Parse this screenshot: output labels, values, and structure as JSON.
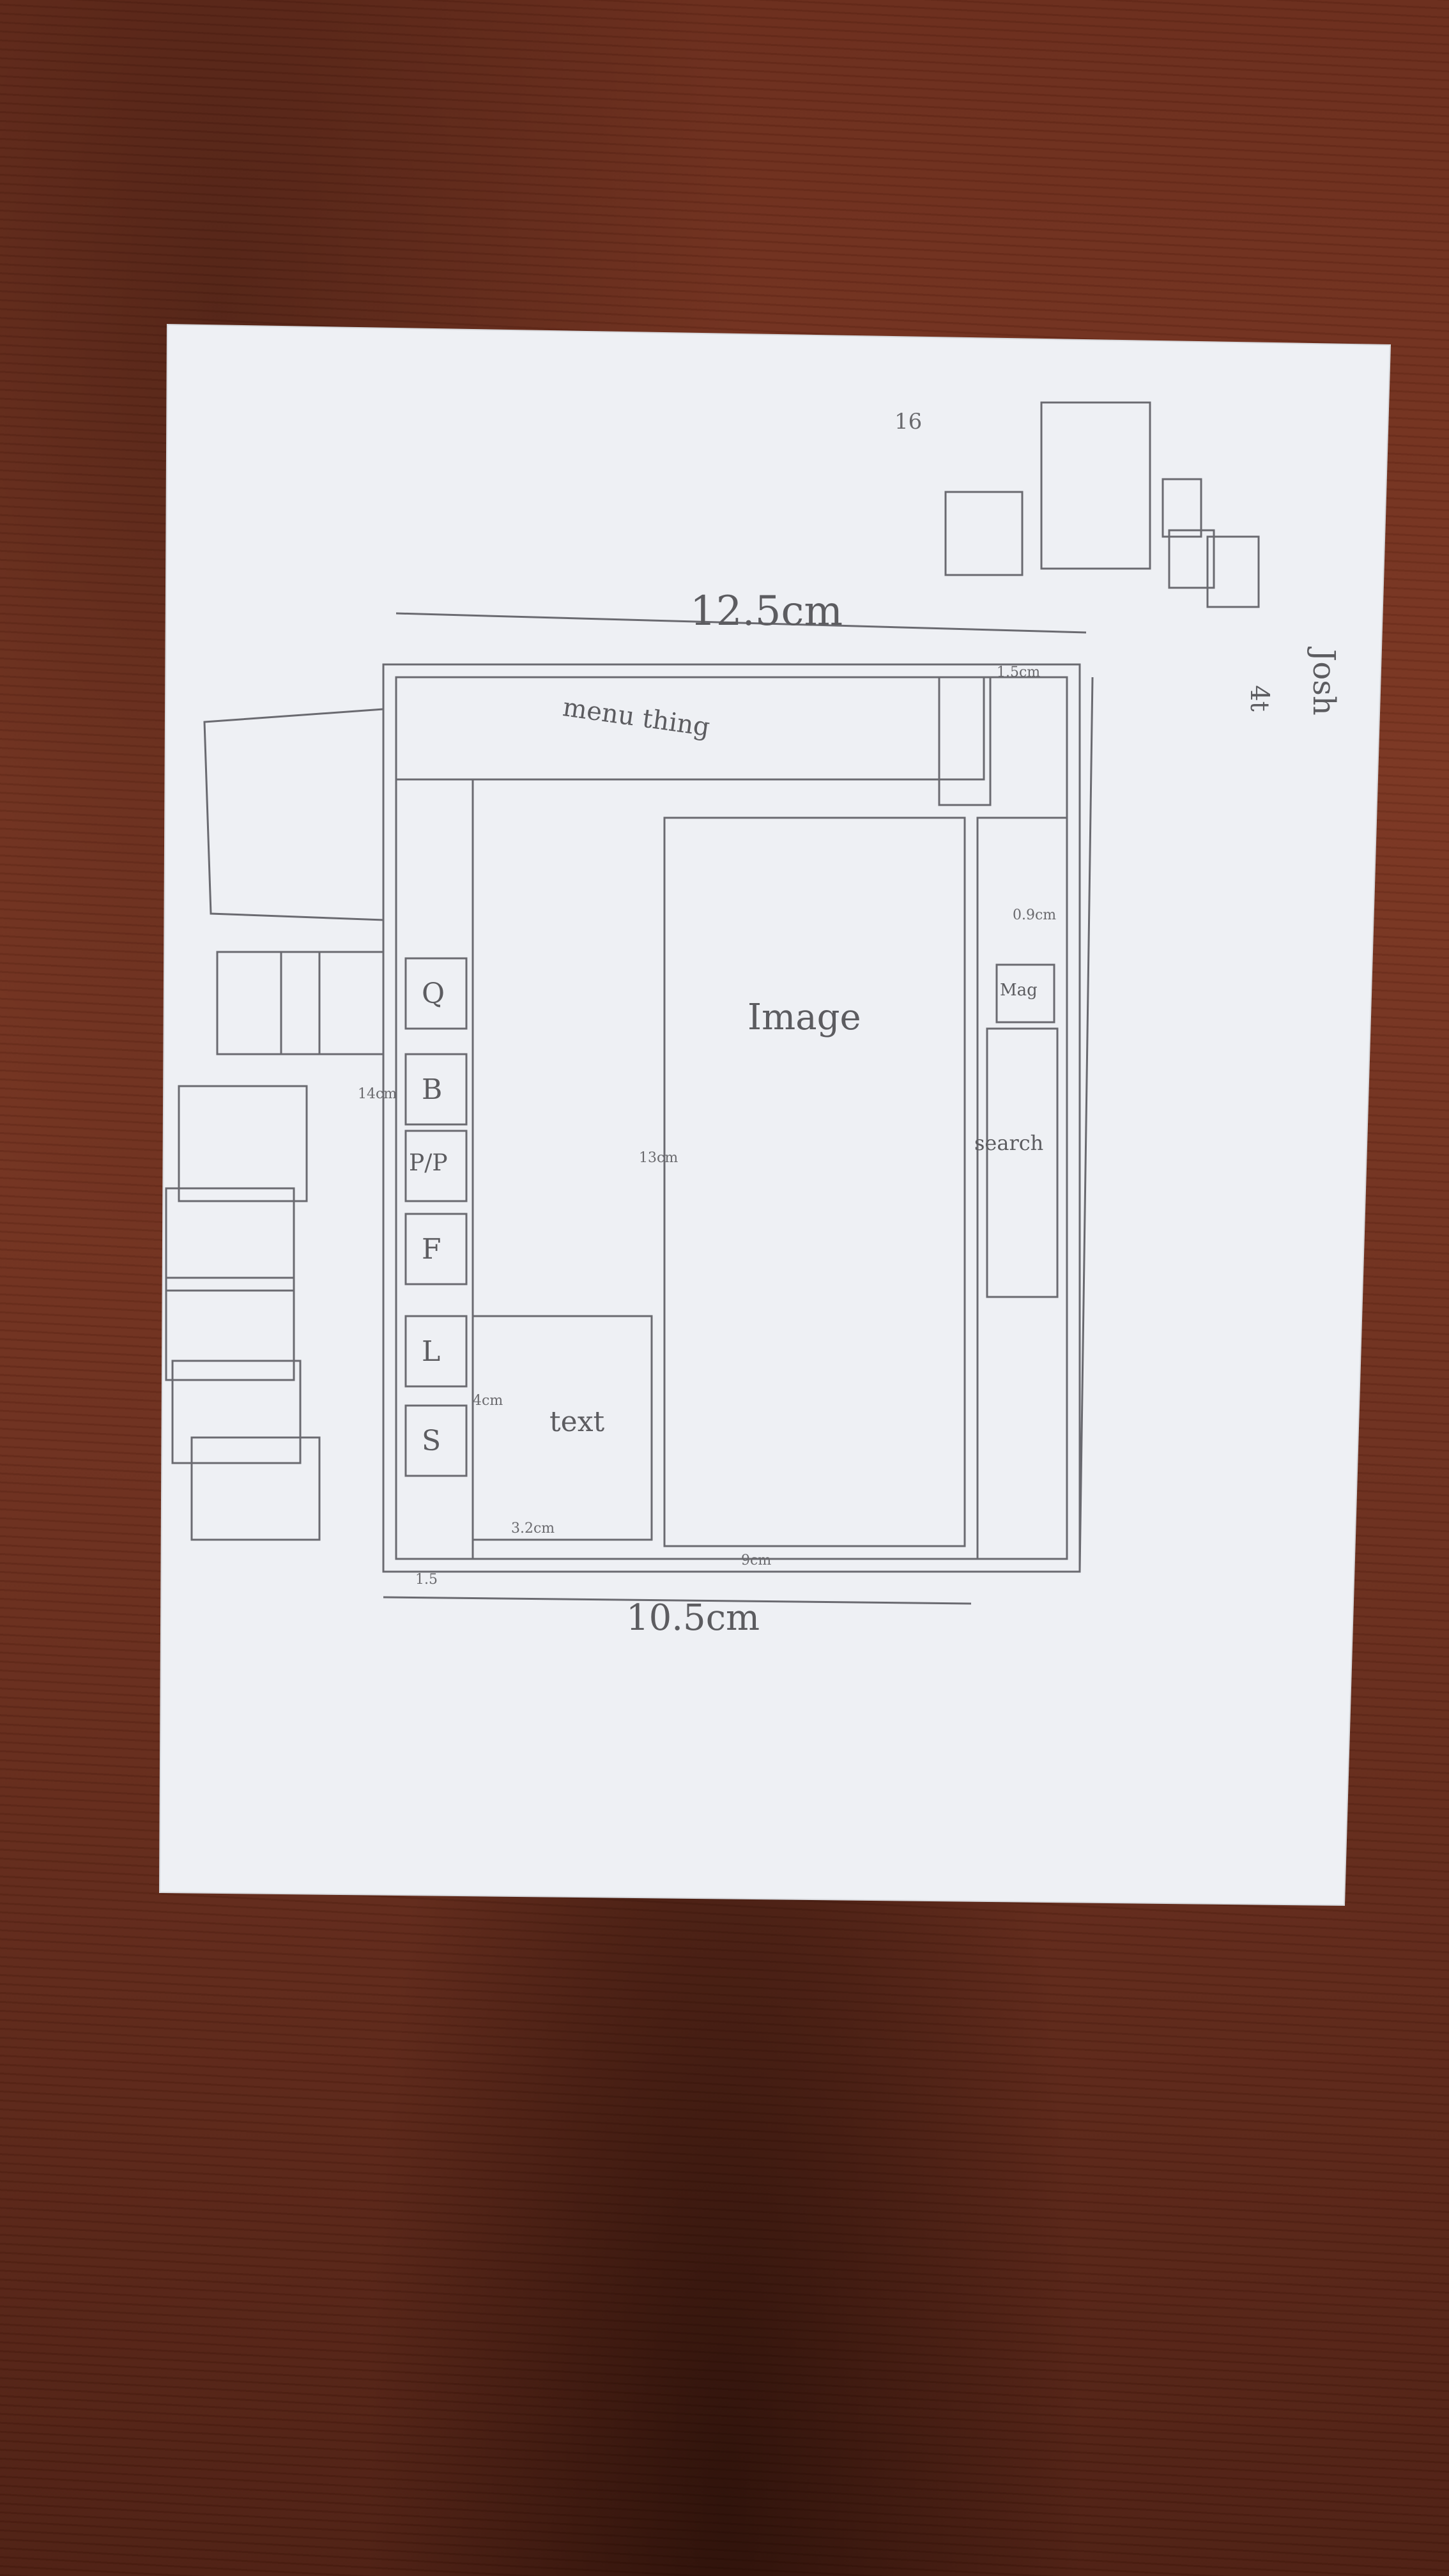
{
  "colors": {
    "desk": "#6b2e1d",
    "paper": "#eef0f4",
    "pencil": "#5c5c60"
  },
  "sketch": {
    "menu_label": "menu thing",
    "image_label": "Image",
    "text_label": "text",
    "search_label": "search",
    "mag_label": "Mag",
    "dim_125": "12.5cm",
    "dim_105": "10.5cm",
    "dim_16": "16",
    "dim_15": "1.5",
    "dim_9cm": "9cm",
    "dim_32": "3.2cm",
    "dim_13": "13cm",
    "dim_4cm": "4cm",
    "dim_14": "14cm",
    "dim_1_5cm": "1.5cm",
    "dim_09": "0.9cm",
    "side_buttons": [
      "Q",
      "B",
      "P/P",
      "F",
      "L",
      "S"
    ],
    "right_labels": [
      "Josh",
      "4t"
    ]
  }
}
